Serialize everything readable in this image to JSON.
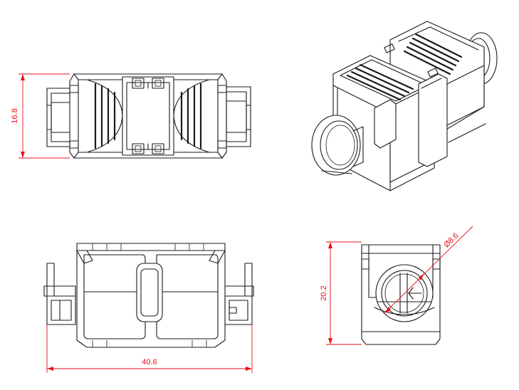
{
  "dimensions": {
    "height_top_view": "16.8",
    "length": "40.6",
    "height_end_view": "20.2",
    "cable_diameter": "Ø8.6"
  },
  "colors": {
    "outline": "#1a1a1a",
    "dimension": "#e8101a",
    "background": "#ffffff"
  }
}
